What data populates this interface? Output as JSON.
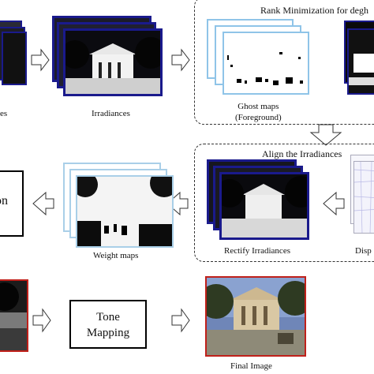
{
  "labels": {
    "irradiances": "Irradiances",
    "exposures_partial": "es",
    "rank_min_title": "Rank Minimization for degh",
    "ghost_maps_line1": "Ghost maps",
    "ghost_maps_line2": "(Foreground)",
    "align_title": "Align the Irradiances",
    "weight_maps": "Weight maps",
    "rectify_irradiances": "Rectify Irradiances",
    "displacement_partial": "Disp",
    "fusion_partial": "on",
    "tone_mapping_line1": "Tone",
    "tone_mapping_line2": "Mapping",
    "final_image": "Final Image"
  },
  "colors": {
    "irradiance_border": "#1a1a8c",
    "ghost_border": "#8fc4e8",
    "weight_border": "#a9cfe8",
    "rectify_border": "#1a1a8c",
    "input_border": "#c0201a",
    "final_border": "#c0201a"
  }
}
